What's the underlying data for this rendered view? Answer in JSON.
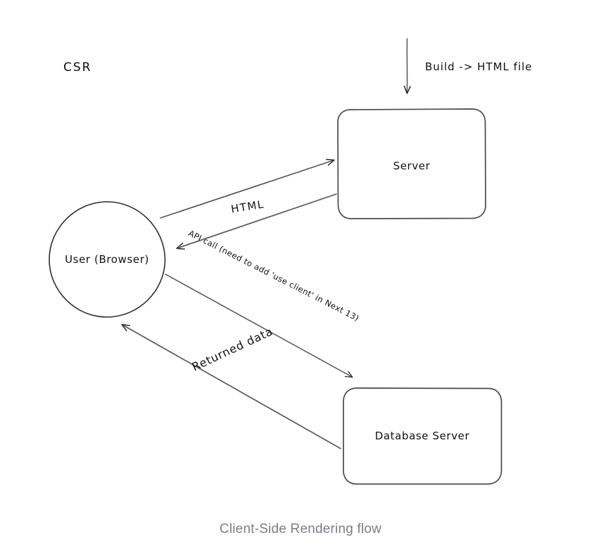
{
  "diagram": {
    "title_caption": "Client-Side Rendering flow",
    "corner_label": "CSR",
    "nodes": {
      "browser": "User (Browser)",
      "server": "Server",
      "database": "Database Server"
    },
    "edges": {
      "build": "Build -> HTML file",
      "html": "HTML",
      "api_call": "API call (need to add 'use client' in Next 13)",
      "returned_data": "Returned data"
    }
  },
  "colors": {
    "ink": "#111111",
    "stroke": "#3a3a3a",
    "caption": "#7a7f86",
    "background": "#ffffff"
  }
}
